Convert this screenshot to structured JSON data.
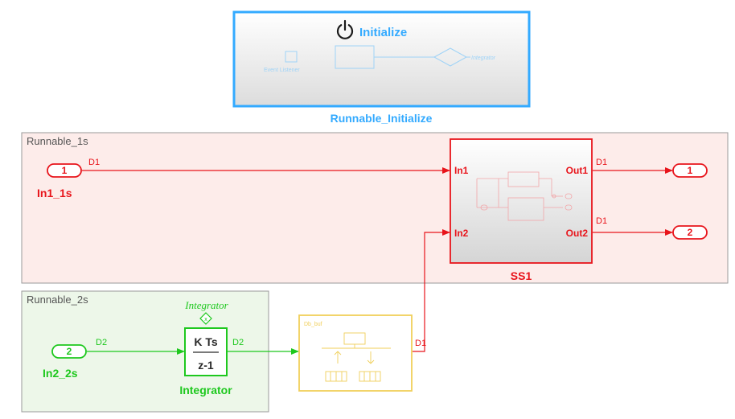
{
  "areas": {
    "runnable_1s": "Runnable_1s",
    "runnable_2s": "Runnable_2s"
  },
  "initialize": {
    "title": "Initialize",
    "event_listener": "Event Listener",
    "inner_right_label": "Integrator",
    "block_name": "Runnable_Initialize"
  },
  "inports": {
    "in1": {
      "number": "1",
      "name": "In1_1s"
    },
    "in2": {
      "number": "2",
      "name": "In2_2s"
    }
  },
  "outports": {
    "out1": {
      "number": "1"
    },
    "out2": {
      "number": "2"
    }
  },
  "subsystem": {
    "name": "SS1",
    "in1": "In1",
    "in2": "In2",
    "out1": "Out1",
    "out2": "Out2"
  },
  "integrator": {
    "title": "Integrator",
    "numerator": "K Ts",
    "denominator": "z-1",
    "name": "Integrator"
  },
  "buffer": {
    "label": "Db_buf"
  },
  "signals": {
    "in1_to_ss": "D1",
    "out1": "D1",
    "out2": "D1",
    "in2_to_int": "D2",
    "int_to_buf": "D2",
    "buf_out": "D1"
  },
  "colors": {
    "red": "#e8141b",
    "green": "#1ec81e",
    "blue": "#33aaff",
    "yellow": "#f0cf5a",
    "pink_area": "#fdecea",
    "green_area": "#edf7e9"
  }
}
